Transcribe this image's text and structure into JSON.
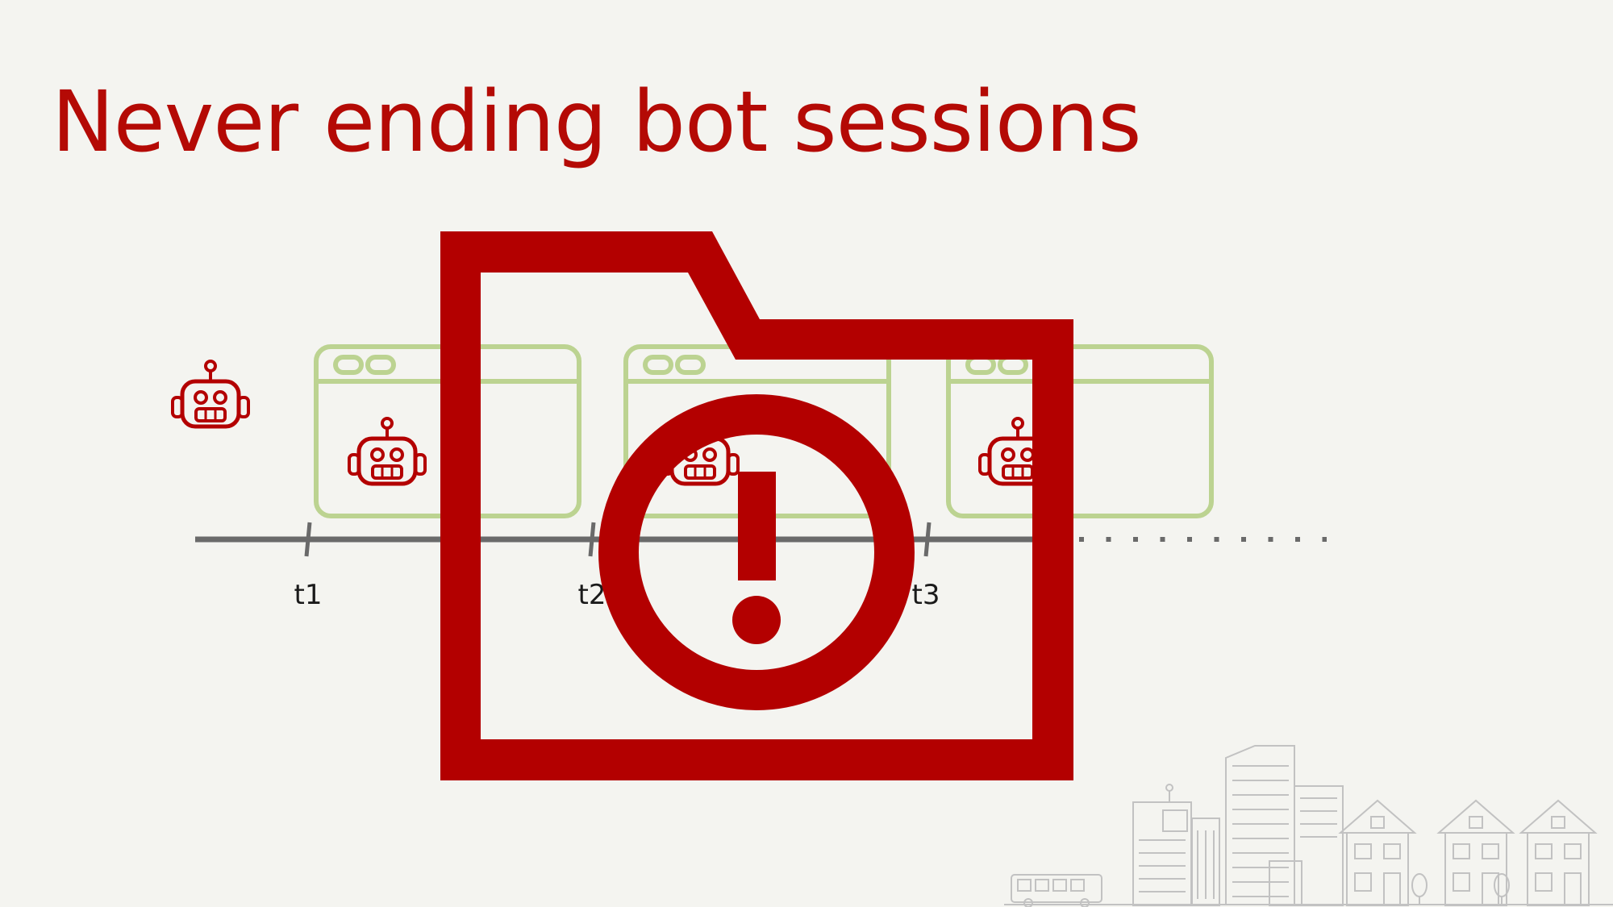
{
  "slide": {
    "title": "Never ending bot sessions"
  },
  "timeline": {
    "ticks": [
      "t1",
      "t2",
      "t3"
    ],
    "continuation": "dotted"
  },
  "icons": {
    "bot": "robot-icon",
    "browser": "browser-window-icon",
    "overlay": "folder-alert-icon",
    "city": "city-skyline-icon"
  },
  "colors": {
    "title": "#b40a05",
    "accent": "#b30000",
    "browser": "#bcd391",
    "timeline": "#6a6a6a",
    "background": "#f4f4f0",
    "skyline": "#bdbdbd"
  }
}
